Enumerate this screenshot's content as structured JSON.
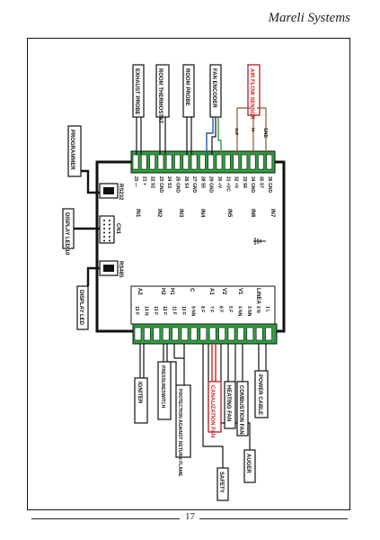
{
  "header": {
    "brand": "Mareli Systems"
  },
  "footer": {
    "page_number": "17"
  },
  "diagram": {
    "top_boxes": [
      "EXHAUST PROBE",
      "ROOM THERMOSTAT",
      "ROOM PROBE",
      "FAN ENCODER",
      "AIR FLOW SENSOR"
    ],
    "left_boxes": [
      "PROGRAMMER",
      "DISPLAY LED 10",
      "DISPLAY LED"
    ],
    "bottom_boxes": [
      "IGNITER",
      "PRESSURESWITCH",
      "PROTECTION AGAINST RETURN FLAME",
      "CANALIZATION FAN",
      "HEATING FAN",
      "COMBUSTION FAN",
      "POWER CABLE",
      "AUGER",
      "SAFETY"
    ],
    "ports": [
      "RS232",
      "CN1",
      "RS485"
    ],
    "top_terminals": [
      "20 —",
      "21 +",
      "22 S2",
      "23 GND",
      "24 S3",
      "25 GND",
      "26 S4",
      "27 GND",
      "28 S5",
      "29 GND",
      "30 +V",
      "31 +VC",
      "32 +V",
      "33 S6",
      "34 GND",
      "35 S7",
      "36 GND"
    ],
    "top_groups": [
      "IN1",
      "IN2",
      "IN3",
      "IN4",
      "IN5",
      "IN6",
      "IN7"
    ],
    "bottom_groups": [
      "A2",
      "H2",
      "H1",
      "C",
      "A1",
      "V2",
      "V1",
      "LINEA"
    ],
    "bottom_terminals": [
      "15 F",
      "14 N",
      "13 F",
      "12 F",
      "11 F",
      "10 F",
      "9 NN",
      "8 F",
      "7 F",
      "6 F",
      "5 F",
      "4 NN",
      "3 NN",
      "2 N",
      "1 L"
    ],
    "small_labels": [
      "out",
      "in",
      "GND"
    ]
  }
}
